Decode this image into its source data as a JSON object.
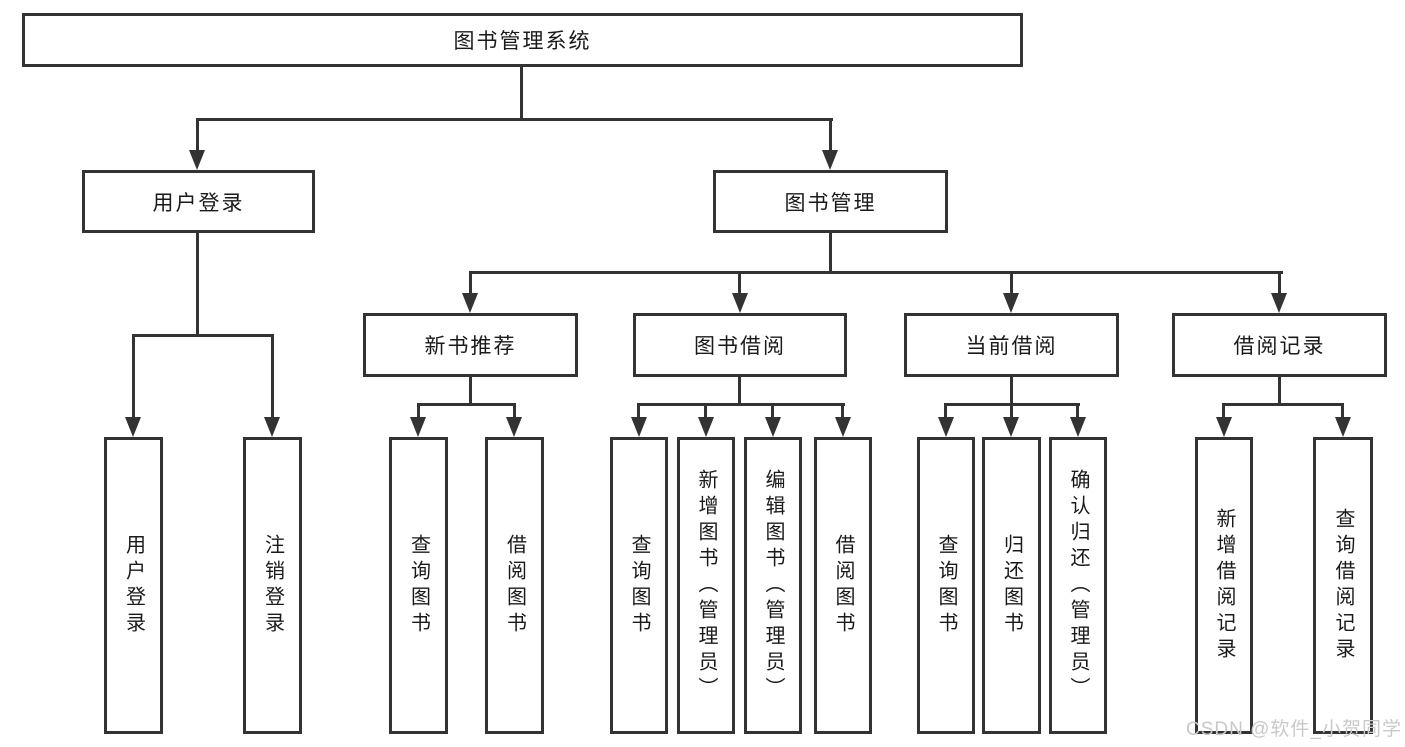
{
  "nodes": {
    "root": "图书管理系统",
    "user_login": "用户登录",
    "book_mgmt": "图书管理",
    "new_book": "新书推荐",
    "book_borrow": "图书借阅",
    "current_borrow": "当前借阅",
    "borrow_records": "借阅记录"
  },
  "leaves": {
    "user_login": [
      "用户登录",
      "注销登录"
    ],
    "new_book": [
      "查询图书",
      "借阅图书"
    ],
    "book_borrow": [
      "查询图书",
      "新增图书（管理员）",
      "编辑图书（管理员）",
      "借阅图书"
    ],
    "current_borrow": [
      "查询图书",
      "归还图书",
      "确认归还（管理员）"
    ],
    "borrow_records": [
      "新增借阅记录",
      "查询借阅记录"
    ]
  },
  "watermark": "CSDN @软件_小贺同学",
  "colors": {
    "line": "#333333",
    "text": "#1a1a1a",
    "watermark": "#c9c9c9",
    "background": "#ffffff"
  }
}
